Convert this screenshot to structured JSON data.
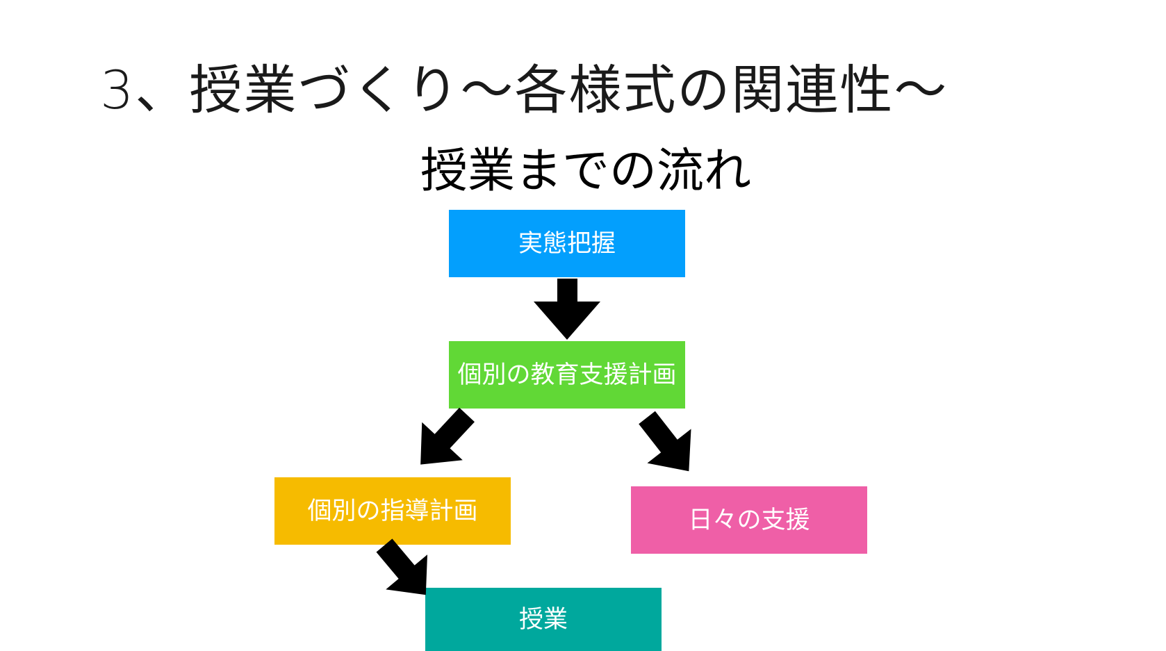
{
  "slide": {
    "title": "3、授業づくり〜各様式の関連性〜",
    "subtitle": "授業までの流れ"
  },
  "flow": {
    "nodes": {
      "jittai": {
        "label": "実態把握",
        "color": "#039ffd"
      },
      "kyoiku_shien": {
        "label": "個別の教育支援計画",
        "color": "#61d836"
      },
      "shido": {
        "label": "個別の指導計画",
        "color": "#f6bb00"
      },
      "hibi": {
        "label": "日々の支援",
        "color": "#ef5fa7"
      },
      "jugyo": {
        "label": "授業",
        "color": "#00a89d"
      }
    },
    "edges": [
      {
        "from": "実態把握",
        "to": "個別の教育支援計画"
      },
      {
        "from": "個別の教育支援計画",
        "to": "個別の指導計画"
      },
      {
        "from": "個別の教育支援計画",
        "to": "日々の支援"
      },
      {
        "from": "個別の指導計画",
        "to": "授業"
      }
    ]
  }
}
